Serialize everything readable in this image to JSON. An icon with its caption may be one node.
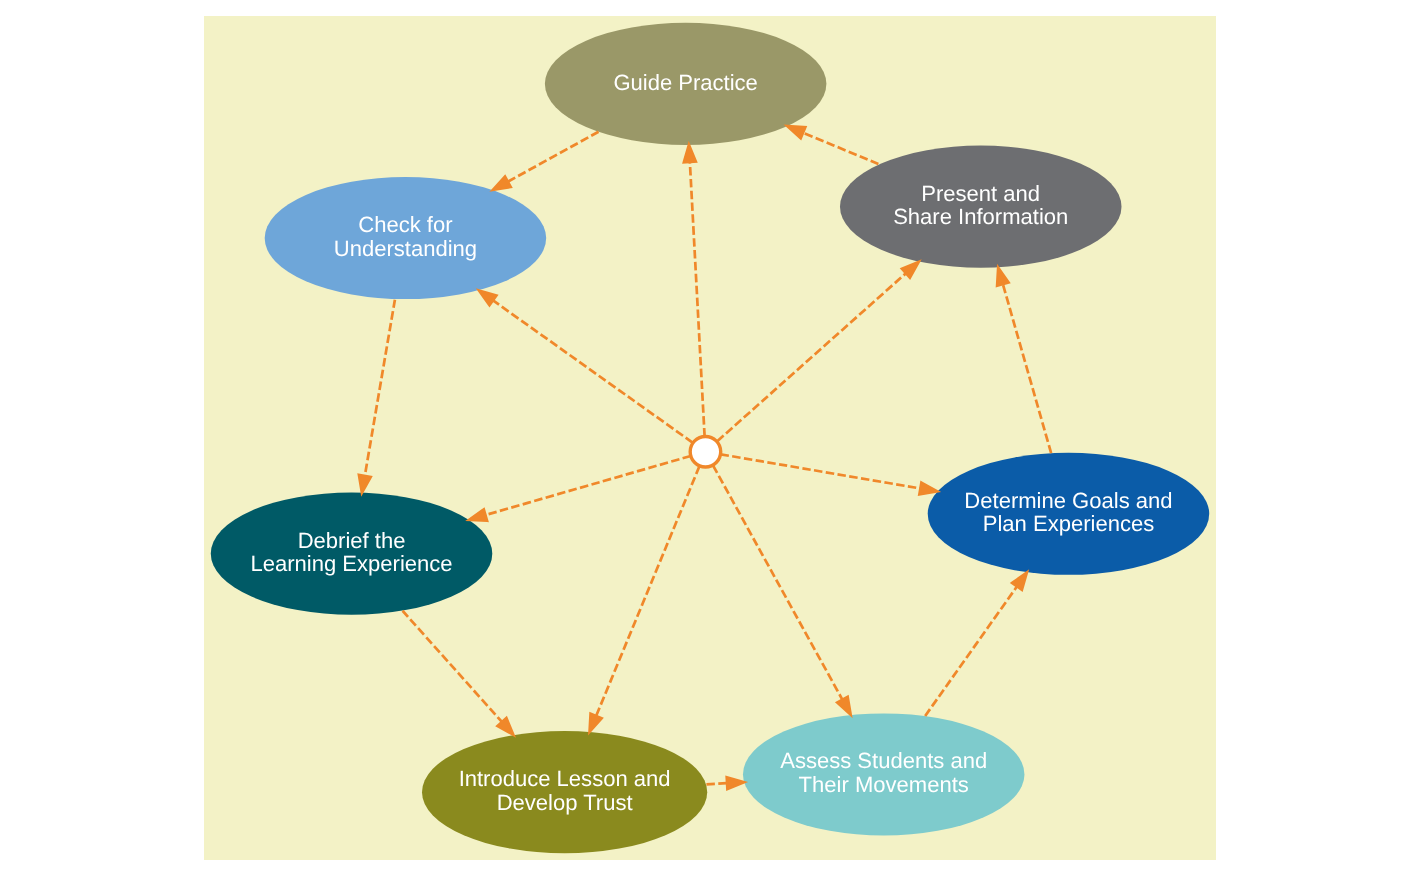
{
  "diagram": {
    "nodes": [
      {
        "text": [
          "Introduce Lesson and Develop Trust"
        ]
      },
      {
        "text": [
          "Assess Students and Their Movements"
        ]
      },
      {
        "text": [
          "Determine Goals and Plan Experiences"
        ]
      },
      {
        "text": [
          "Present and Share Information"
        ]
      },
      {
        "text": [
          "Guide Practice"
        ]
      },
      {
        "text": [
          "Check for Understanding"
        ]
      },
      {
        "text": [
          "Debrief the Learning Experience"
        ]
      },
      {
        "text": [],
        "shape": "circle"
      }
    ],
    "edges": [
      {
        "from": 0,
        "to": 1,
        "arrow": "to",
        "style": "dashed"
      },
      {
        "from": 1,
        "to": 2,
        "arrow": "to",
        "style": "dashed"
      },
      {
        "from": 2,
        "to": 3,
        "arrow": "to",
        "style": "dashed"
      },
      {
        "from": 3,
        "to": 4,
        "arrow": "to",
        "style": "dashed"
      },
      {
        "from": 4,
        "to": 5,
        "arrow": "to",
        "style": "dashed"
      },
      {
        "from": 5,
        "to": 6,
        "arrow": "to",
        "style": "dashed"
      },
      {
        "from": 6,
        "to": 0,
        "arrow": "to",
        "style": "dashed"
      },
      {
        "from": 7,
        "to": 0,
        "arrow": "to",
        "style": "dashed"
      },
      {
        "from": 7,
        "to": 1,
        "arrow": "to",
        "style": "dashed"
      },
      {
        "from": 7,
        "to": 2,
        "arrow": "to",
        "style": "dashed"
      },
      {
        "from": 7,
        "to": 3,
        "arrow": "to",
        "style": "dashed"
      },
      {
        "from": 7,
        "to": 4,
        "arrow": "to",
        "style": "dashed"
      },
      {
        "from": 7,
        "to": 5,
        "arrow": "to",
        "style": "dashed"
      },
      {
        "from": 7,
        "to": 6,
        "arrow": "to",
        "style": "dashed"
      }
    ]
  }
}
